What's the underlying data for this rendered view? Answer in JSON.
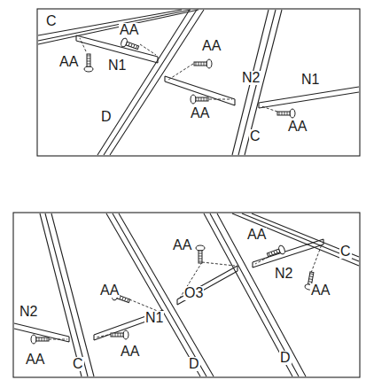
{
  "diagram": {
    "labels": [
      "C",
      "AA",
      "AA",
      "AA",
      "N1",
      "N2",
      "N1",
      "AA",
      "AA",
      "D",
      "C",
      "AA",
      "C",
      "AA",
      "N2",
      "AA",
      "O3",
      "AA",
      "N2",
      "N1",
      "AA",
      "AA",
      "C",
      "D",
      "D"
    ]
  }
}
